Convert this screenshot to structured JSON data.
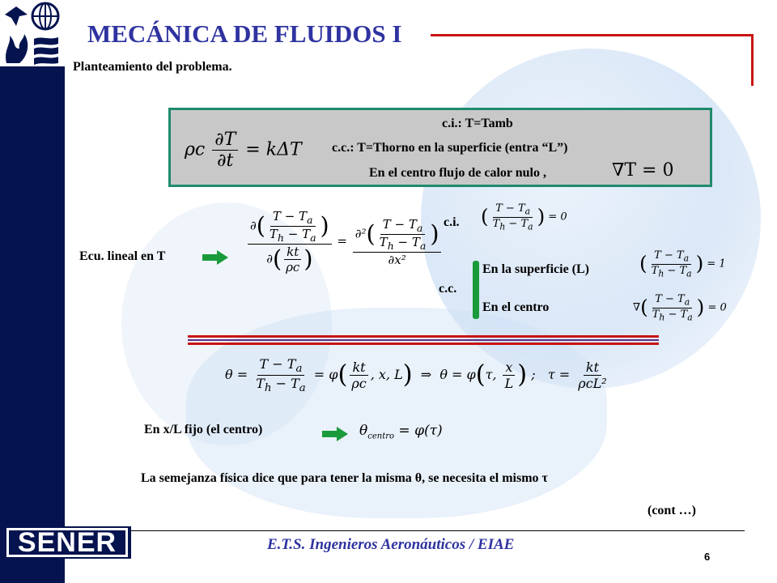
{
  "header": {
    "title": "MECÁNICA DE FLUIDOS I",
    "subtitle": "Planteamiento del problema."
  },
  "box": {
    "equation": "ρc ∂T/∂t = kΔT",
    "ci": "c.i.: T=Tamb",
    "cc": "c.c.: T=Thorno en la superficie (entra “L”)",
    "centro": "En el centro flujo de calor nulo ,",
    "grad_eq": "∇T = 0"
  },
  "middle": {
    "ecu_label": "Ecu. lineal en T",
    "ci_label": "c.i.",
    "cc_label": "c.c.",
    "superficie_label": "En la superficie (L)",
    "centro_label": "En el centro"
  },
  "lower": {
    "xl_label": "En x/L fijo (el centro)",
    "semejanza": "La semejanza física dice que para tener la misma θ, se necesita el mismo τ",
    "cont": "(cont …)"
  },
  "footer": {
    "school": "E.T.S. Ingenieros Aeronáuticos / EIAE",
    "page": "6",
    "brand": "SENER"
  },
  "colors": {
    "navy": "#05134f",
    "title_blue": "#2f33a0",
    "accent_red": "#c81414",
    "box_border": "#1f8a6d",
    "arrow_green": "#1a9a3a"
  }
}
